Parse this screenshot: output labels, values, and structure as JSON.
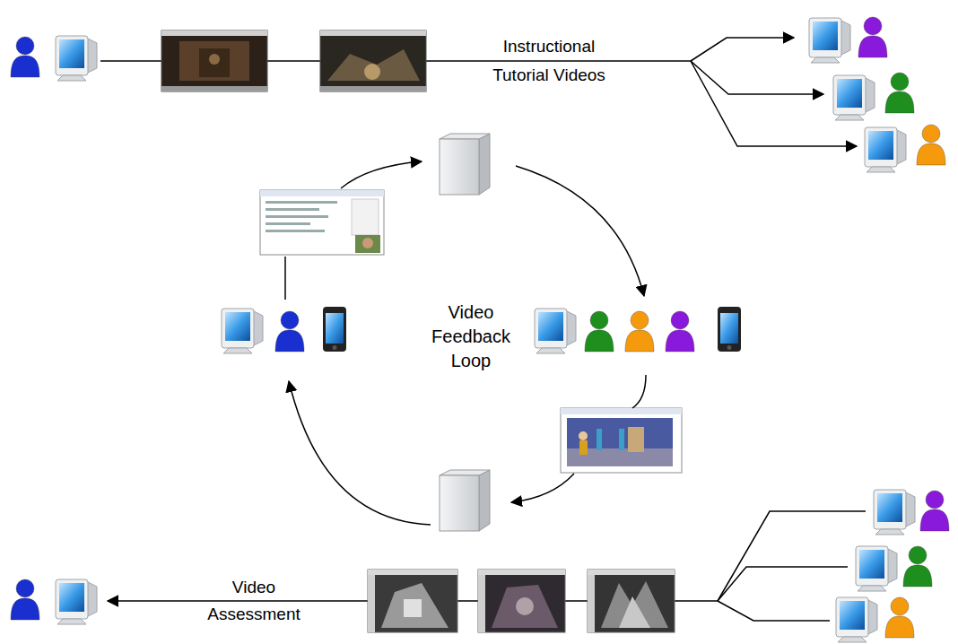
{
  "diagram": {
    "labels": [
      "Instructional Tutorial Videos",
      "Video Feedback Loop",
      "Video Assessment"
    ]
  }
}
